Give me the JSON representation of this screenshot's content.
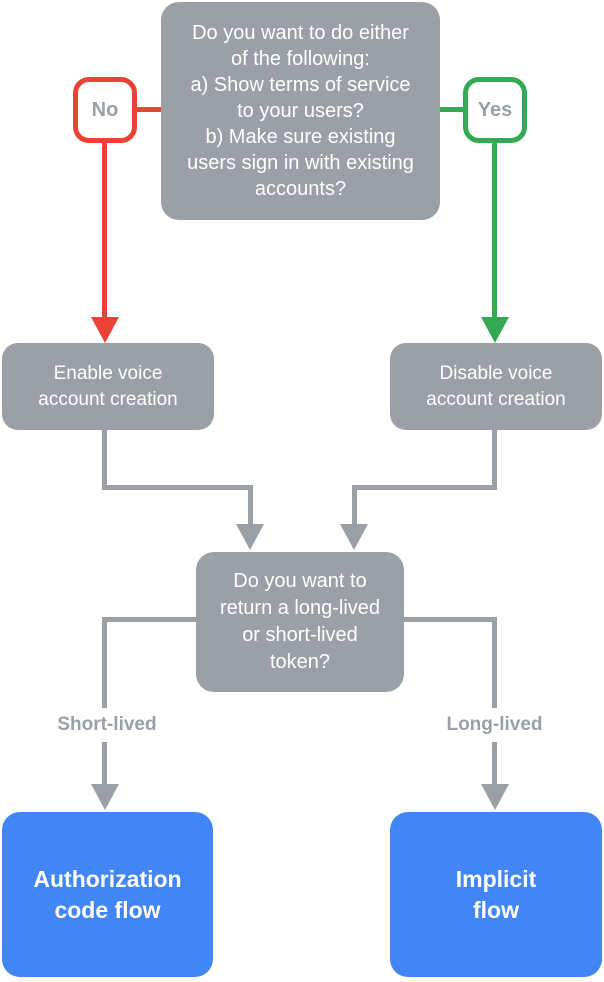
{
  "diagram": {
    "colors": {
      "node_gray": "#9AA0A6",
      "node_blue": "#4285F4",
      "no_red": "#EA4335",
      "yes_green": "#34A853",
      "connector_gray": "#9AA0A6",
      "label_text": "#9AA0A6",
      "node_text": "#FFFFFF"
    },
    "nodes": {
      "question_top": {
        "lines": [
          "Do you want to do either",
          "of the following:",
          "a) Show terms of service",
          "to your users?",
          "b) Make sure existing",
          "users sign in with existing",
          "accounts?"
        ]
      },
      "enable_voice": {
        "lines": [
          "Enable voice",
          "account creation"
        ]
      },
      "disable_voice": {
        "lines": [
          "Disable voice",
          "account creation"
        ]
      },
      "question_token": {
        "lines": [
          "Do you want to",
          "return a long-lived",
          "or short-lived",
          "token?"
        ]
      },
      "authorization_flow": {
        "lines": [
          "Authorization",
          "code flow"
        ]
      },
      "implicit_flow": {
        "lines": [
          "Implicit",
          "flow"
        ]
      }
    },
    "decisions": {
      "no": "No",
      "yes": "Yes",
      "short_lived": "Short-lived",
      "long_lived": "Long-lived"
    }
  }
}
